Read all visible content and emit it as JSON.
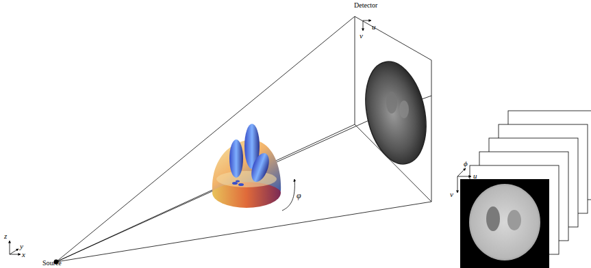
{
  "diagram": {
    "nodes": [
      {
        "text": [
          "Detector"
        ]
      }
    ],
    "labels": [
      "v",
      "u",
      "φ",
      "z",
      "y",
      "x",
      "Source",
      "ϕ",
      "u",
      "v"
    ]
  }
}
